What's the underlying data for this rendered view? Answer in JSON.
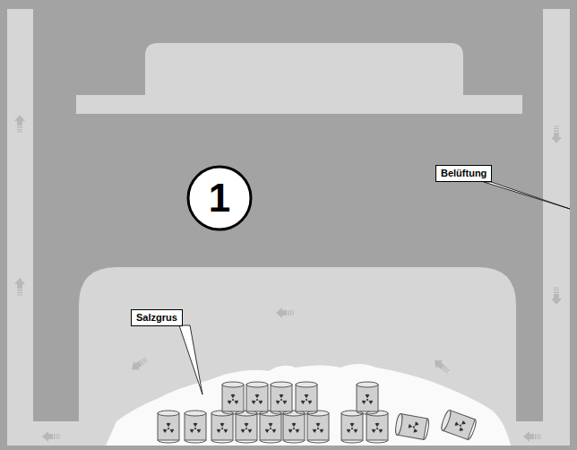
{
  "diagram": {
    "labels": [
      "1",
      "Belüftung",
      "Salzgrus"
    ]
  }
}
